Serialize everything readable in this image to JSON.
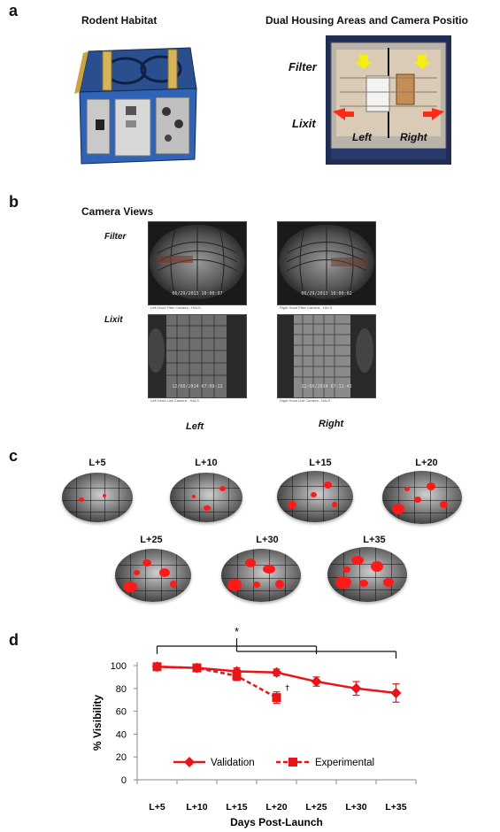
{
  "panels": {
    "a": {
      "letter": "a",
      "left_title": "Rodent Habitat",
      "right_title": "Dual Housing Areas and Camera Positio",
      "label_filter": "Filter",
      "label_lixit": "Lixit",
      "label_left": "Left",
      "label_right": "Right"
    },
    "b": {
      "letter": "b",
      "title": "Camera Views",
      "row_filter": "Filter",
      "row_lixit": "Lixit",
      "col_left": "Left",
      "col_right": "Right",
      "cams": [
        {
          "timestamp": "06/29/2013 10:00:07",
          "caption": "Left Hood Filter Camera - HALS"
        },
        {
          "timestamp": "06/29/2013 10:00:02",
          "caption": "Right Hood Filter Camera - HALS"
        },
        {
          "timestamp": "12/08/2014 07:09:22",
          "caption": "Left Hood Lixit Camera - HALS"
        },
        {
          "timestamp": "12/08/2014 07:12:42",
          "caption": "Right Hood Lixit Camera - HALS"
        }
      ]
    },
    "c": {
      "letter": "c",
      "timepoints": [
        "L+5",
        "L+10",
        "L+15",
        "L+20",
        "L+25",
        "L+30",
        "L+35"
      ]
    },
    "d": {
      "letter": "d",
      "significance": "*",
      "dagger": "†"
    }
  },
  "chart_data": {
    "type": "line",
    "xlabel": "Days Post-Launch",
    "ylabel": "% Visibility",
    "categories": [
      "L+5",
      "L+10",
      "L+15",
      "L+20",
      "L+25",
      "L+30",
      "L+35"
    ],
    "ylim": [
      0,
      100
    ],
    "yticks": [
      "0",
      "20",
      "40",
      "60",
      "80",
      "100"
    ],
    "legend_position": "bottom",
    "grid": false,
    "series": [
      {
        "name": "Validation",
        "style": "solid",
        "marker": "diamond",
        "color": "#e8141a",
        "values": [
          99,
          98,
          95,
          94,
          86,
          80,
          76
        ],
        "errors": [
          3,
          3,
          3,
          3,
          4,
          6,
          8
        ]
      },
      {
        "name": "Experimental",
        "style": "dashed",
        "marker": "square",
        "color": "#e8141a",
        "values": [
          99,
          98,
          91,
          72,
          null,
          null,
          null
        ],
        "errors": [
          2,
          2,
          4,
          5,
          null,
          null,
          null
        ]
      }
    ]
  }
}
